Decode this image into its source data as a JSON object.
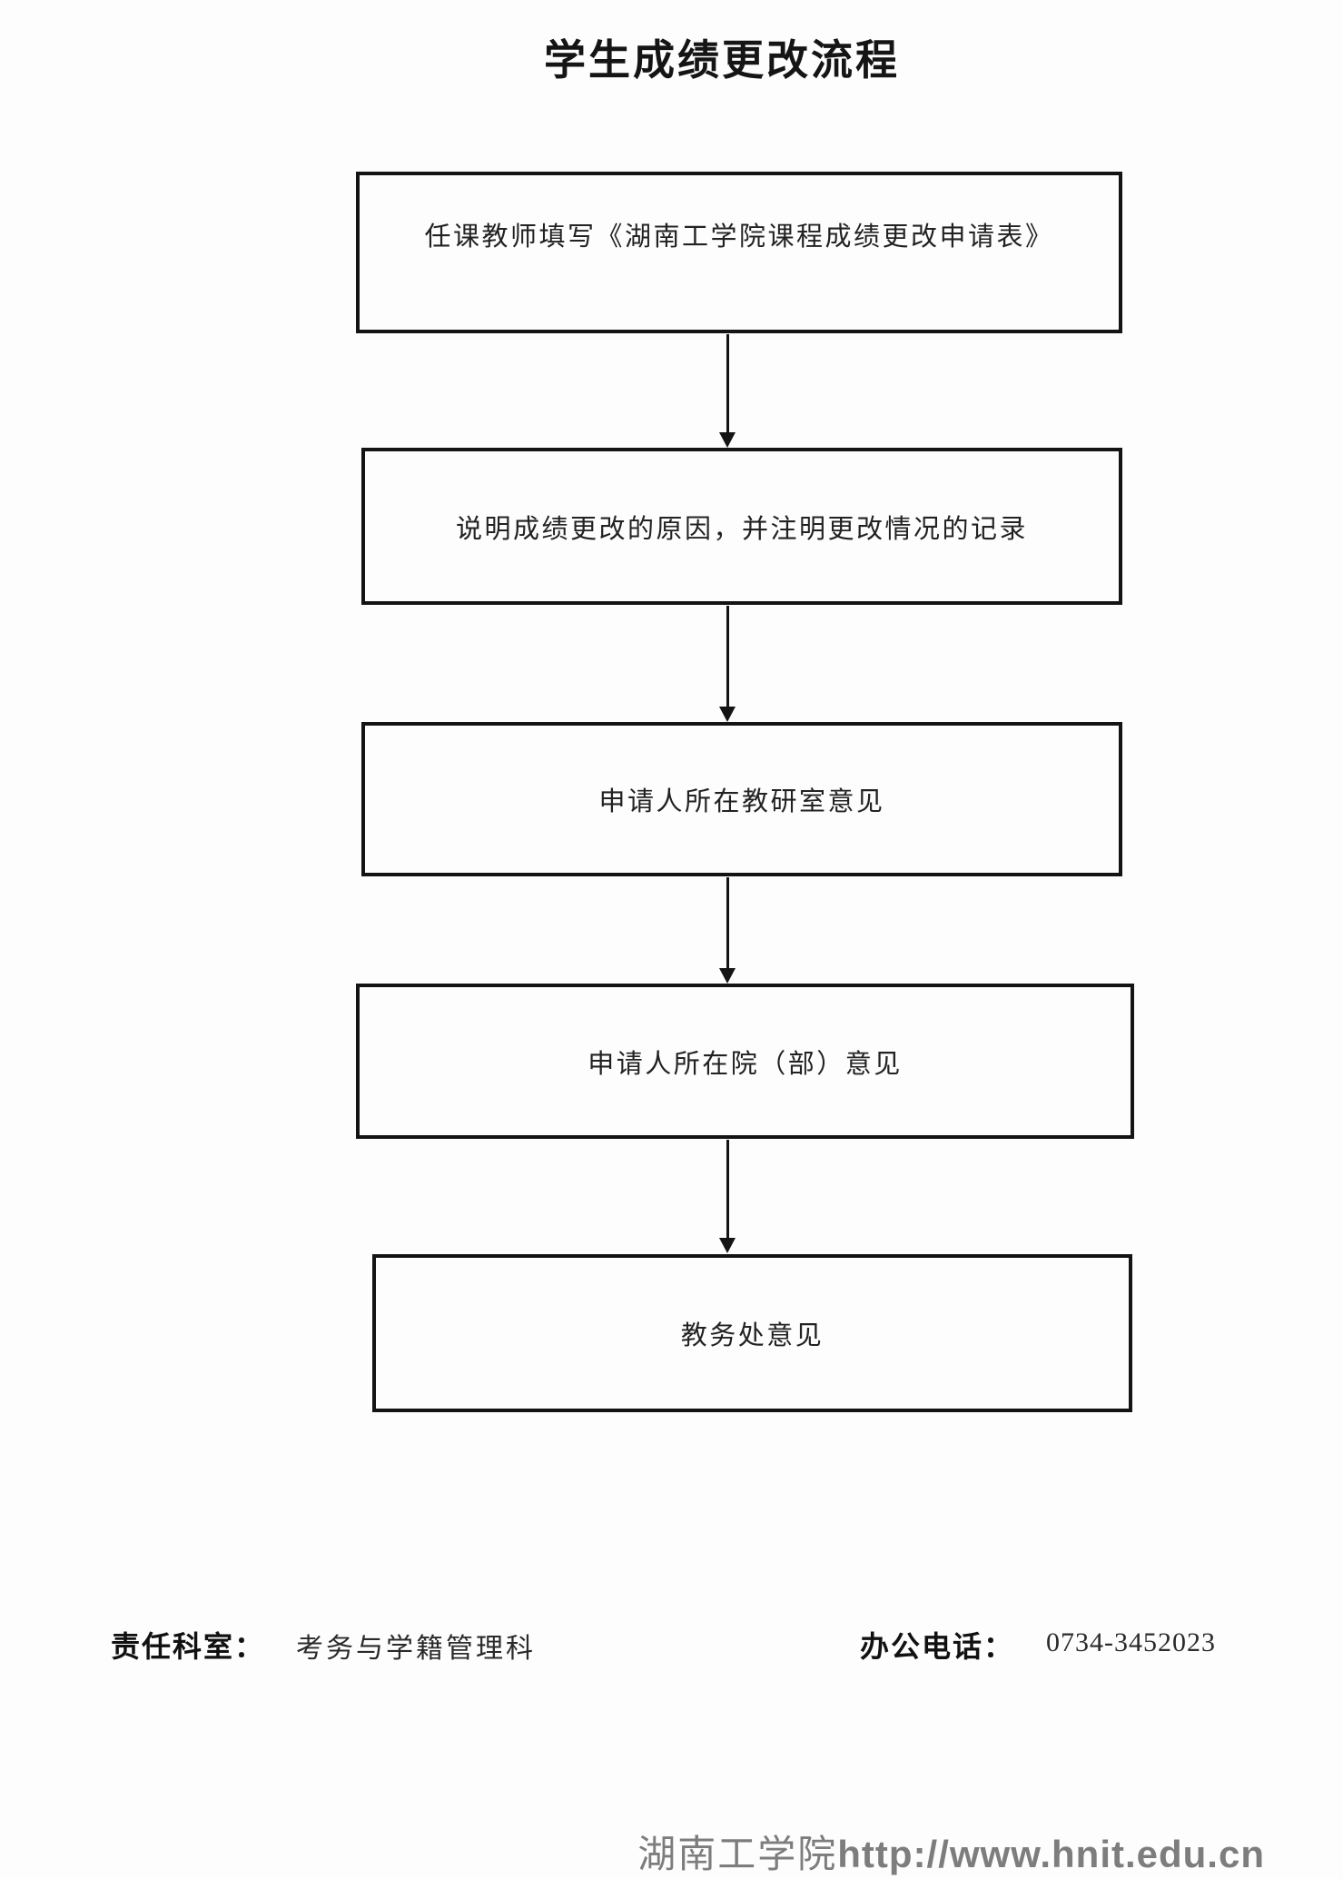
{
  "page": {
    "title": "学生成绩更改流程"
  },
  "flowchart": {
    "direction": "top-down",
    "nodes": [
      {
        "label": "任课教师填写《湖南工学院课程成绩更改申请表》"
      },
      {
        "label": "说明成绩更改的原因，并注明更改情况的记录"
      },
      {
        "label": "申请人所在教研室意见"
      },
      {
        "label": "申请人所在院（部）意见"
      },
      {
        "label": "教务处意见"
      }
    ],
    "connectors": [
      {
        "from": 0,
        "to": 1,
        "type": "arrow-down"
      },
      {
        "from": 1,
        "to": 2,
        "type": "arrow-down"
      },
      {
        "from": 2,
        "to": 3,
        "type": "arrow-down"
      },
      {
        "from": 3,
        "to": 4,
        "type": "arrow-down"
      }
    ]
  },
  "footer_info": {
    "dept_label": "责任科室：",
    "dept_value": "考务与学籍管理科",
    "phone_label": "办公电话：",
    "phone_value": "0734-3452023"
  },
  "site_footer": {
    "org": "湖南工学院",
    "url": "http://www.hnit.edu.cn"
  },
  "colors": {
    "box_border": "#141414",
    "text": "#222222",
    "footer_gray": "#7d7d7d",
    "background": "#fdfdfd"
  }
}
